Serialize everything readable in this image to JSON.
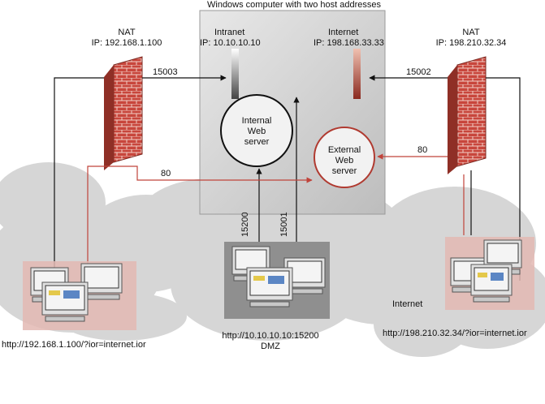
{
  "title": "Windows computer with two host addresses",
  "intranet": {
    "label": "Intranet",
    "ip": "IP: 10.10.10.10"
  },
  "internet": {
    "label": "Internet",
    "ip": "IP: 198.168.33.33"
  },
  "nat_left": {
    "label": "NAT",
    "ip": "IP: 192.168.1.100"
  },
  "nat_right": {
    "label": "NAT",
    "ip": "IP: 198.210.32.34"
  },
  "internal_server": {
    "line1": "Internal",
    "line2": "Web",
    "line3": "server"
  },
  "external_server": {
    "line1": "External",
    "line2": "Web",
    "line3": "server"
  },
  "ports": {
    "left_top": "15003",
    "right_top": "15002",
    "left_80": "80",
    "right_80": "80",
    "dmz_a": "15200",
    "dmz_b": "15001"
  },
  "urls": {
    "left": "http://192.168.1.100/?ior=internet.ior",
    "dmz": "http://10.10.10.10:15200",
    "right": "http://198.210.32.34/?ior=internet.ior"
  },
  "zones": {
    "dmz": "DMZ",
    "internet": "Internet"
  },
  "colors": {
    "red_line": "#c0433a",
    "brick": "#c8463c",
    "server_box": "#d9d9d9",
    "cloud": "#d8d8d8"
  }
}
